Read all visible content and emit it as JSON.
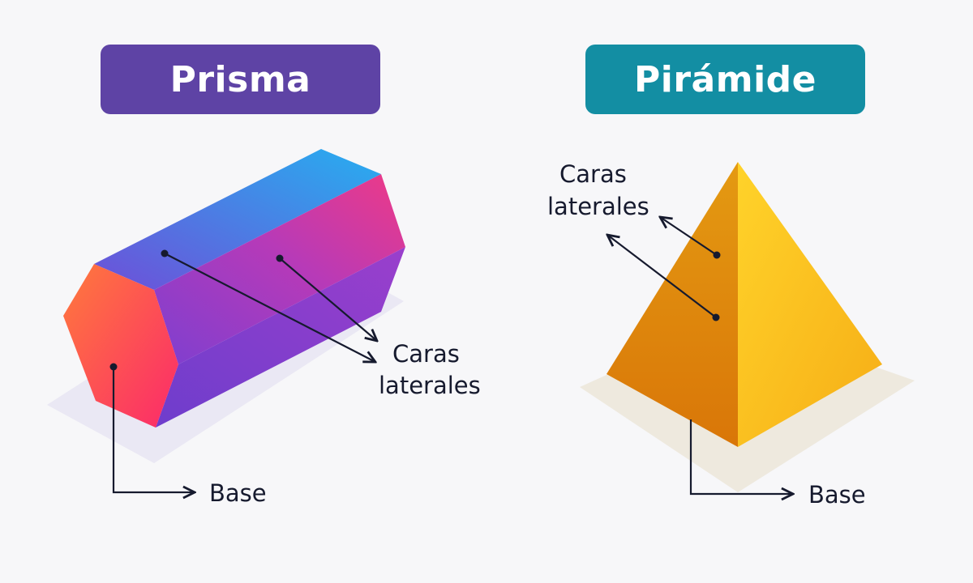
{
  "colors": {
    "prism_title_bg": "#5e43a5",
    "pyramid_title_bg": "#138ea3",
    "annotation_line": "#161a2e"
  },
  "prism": {
    "title": "Prisma",
    "label_lateral_line1": "Caras",
    "label_lateral_line2": "laterales",
    "label_base": "Base"
  },
  "pyramid": {
    "title": "Pirámide",
    "label_lateral_line1": "Caras",
    "label_lateral_line2": "laterales",
    "label_base": "Base"
  }
}
